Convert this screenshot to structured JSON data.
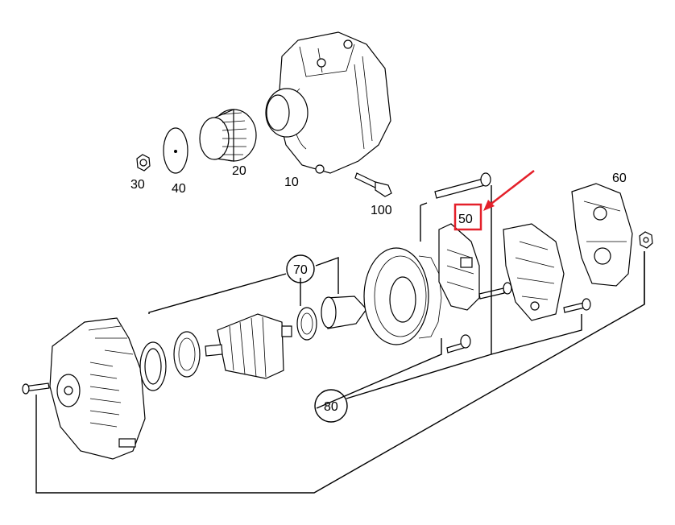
{
  "diagram": {
    "labels": {
      "p10": "10",
      "p20": "20",
      "p30": "30",
      "p40": "40",
      "p50": "50",
      "p60": "60",
      "p70": "70",
      "p80": "80",
      "p100": "100"
    },
    "highlight_color": "#e4202a"
  }
}
